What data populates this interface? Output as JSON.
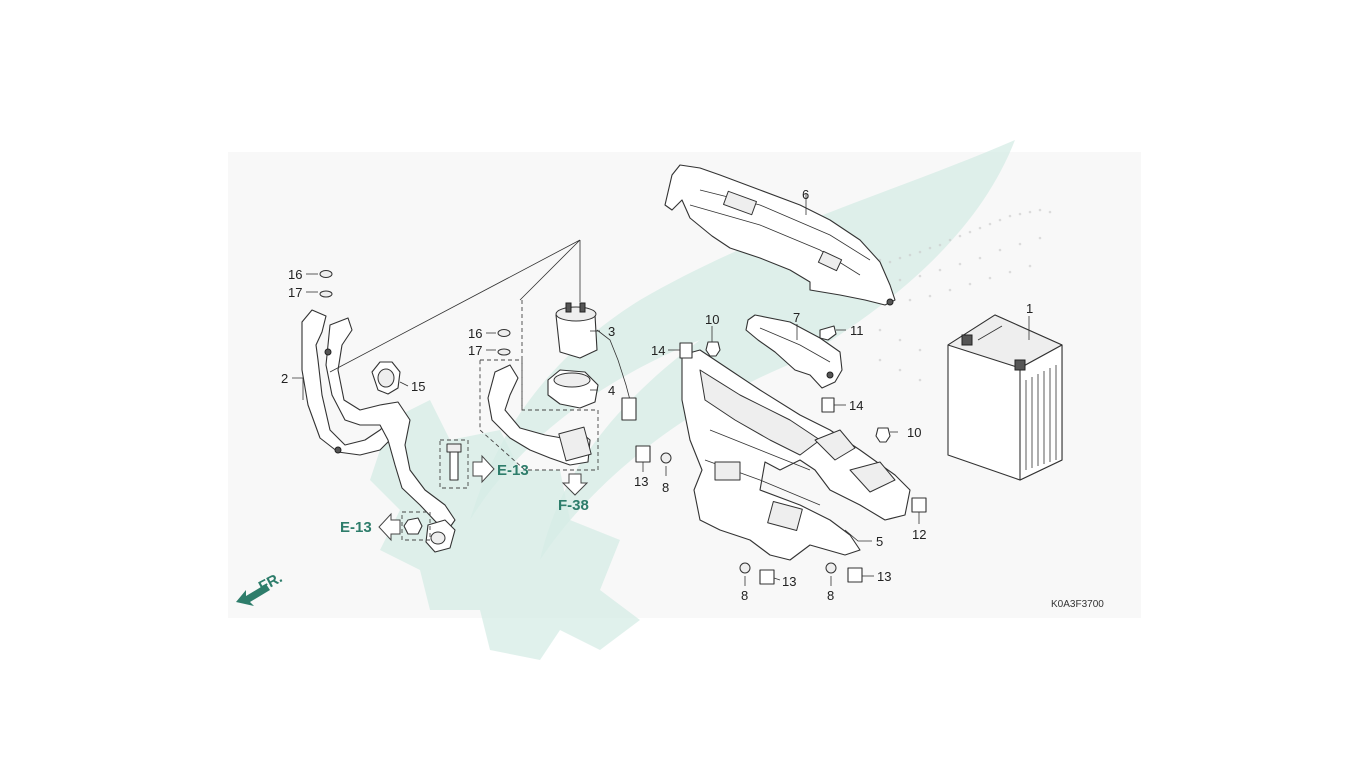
{
  "diagram": {
    "drawing_code": "K0A3F3700",
    "front_marker": "FR.",
    "references": [
      {
        "id": "e13-right",
        "label": "E-13"
      },
      {
        "id": "e13-left",
        "label": "E-13"
      },
      {
        "id": "f38",
        "label": "F-38"
      }
    ],
    "callouts": {
      "c1": "1",
      "c2": "2",
      "c3": "3",
      "c4": "4",
      "c5": "5",
      "c6": "6",
      "c7": "7",
      "c8a": "8",
      "c8b": "8",
      "c8c": "8",
      "c10a": "10",
      "c10b": "10",
      "c11": "11",
      "c12": "12",
      "c13a": "13",
      "c13b": "13",
      "c13c": "13",
      "c14a": "14",
      "c14b": "14",
      "c15": "15",
      "c16a": "16",
      "c16b": "16",
      "c17a": "17",
      "c17b": "17"
    }
  },
  "colors": {
    "reference_text": "#2e7d6b",
    "watermark": "#d6ece5",
    "panel_background": "#f8f8f8"
  }
}
